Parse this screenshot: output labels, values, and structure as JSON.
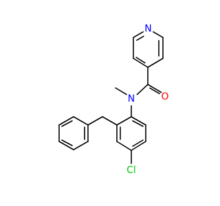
{
  "molecule": {
    "atoms": {
      "n_pyridine": {
        "label": "N",
        "color": "#0000FF"
      },
      "n_amide": {
        "label": "N",
        "color": "#0000FF"
      },
      "o_carbonyl": {
        "label": "O",
        "color": "#FF0000"
      },
      "cl": {
        "label": "Cl",
        "color": "#00CC00"
      }
    }
  }
}
